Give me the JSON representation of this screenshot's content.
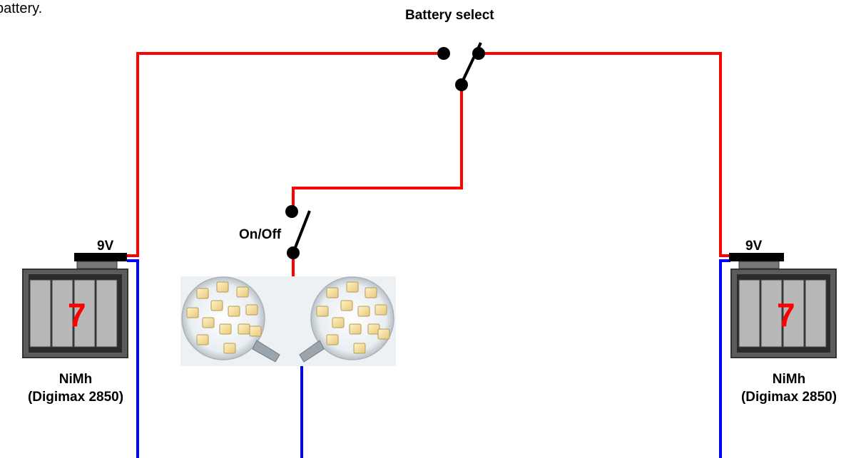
{
  "caption_fragment": "battery.",
  "switches": {
    "battery_select_label": "Battery select",
    "on_off_label": "On/Off"
  },
  "batteries": {
    "left": {
      "voltage": "9V",
      "cell_count": "7",
      "chemistry": "NiMh",
      "model": "(Digimax 2850)"
    },
    "right": {
      "voltage": "9V",
      "cell_count": "7",
      "chemistry": "NiMh",
      "model": "(Digimax 2850)"
    }
  },
  "colors": {
    "positive_wire": "#ff0000",
    "negative_wire": "#0000ff",
    "battery_frame": "#555555",
    "battery_cell": "#b8b8b8",
    "cell_number": "#ff0000"
  },
  "icons": [
    "switch-icon",
    "battery-icon",
    "led-lamp-icon"
  ]
}
